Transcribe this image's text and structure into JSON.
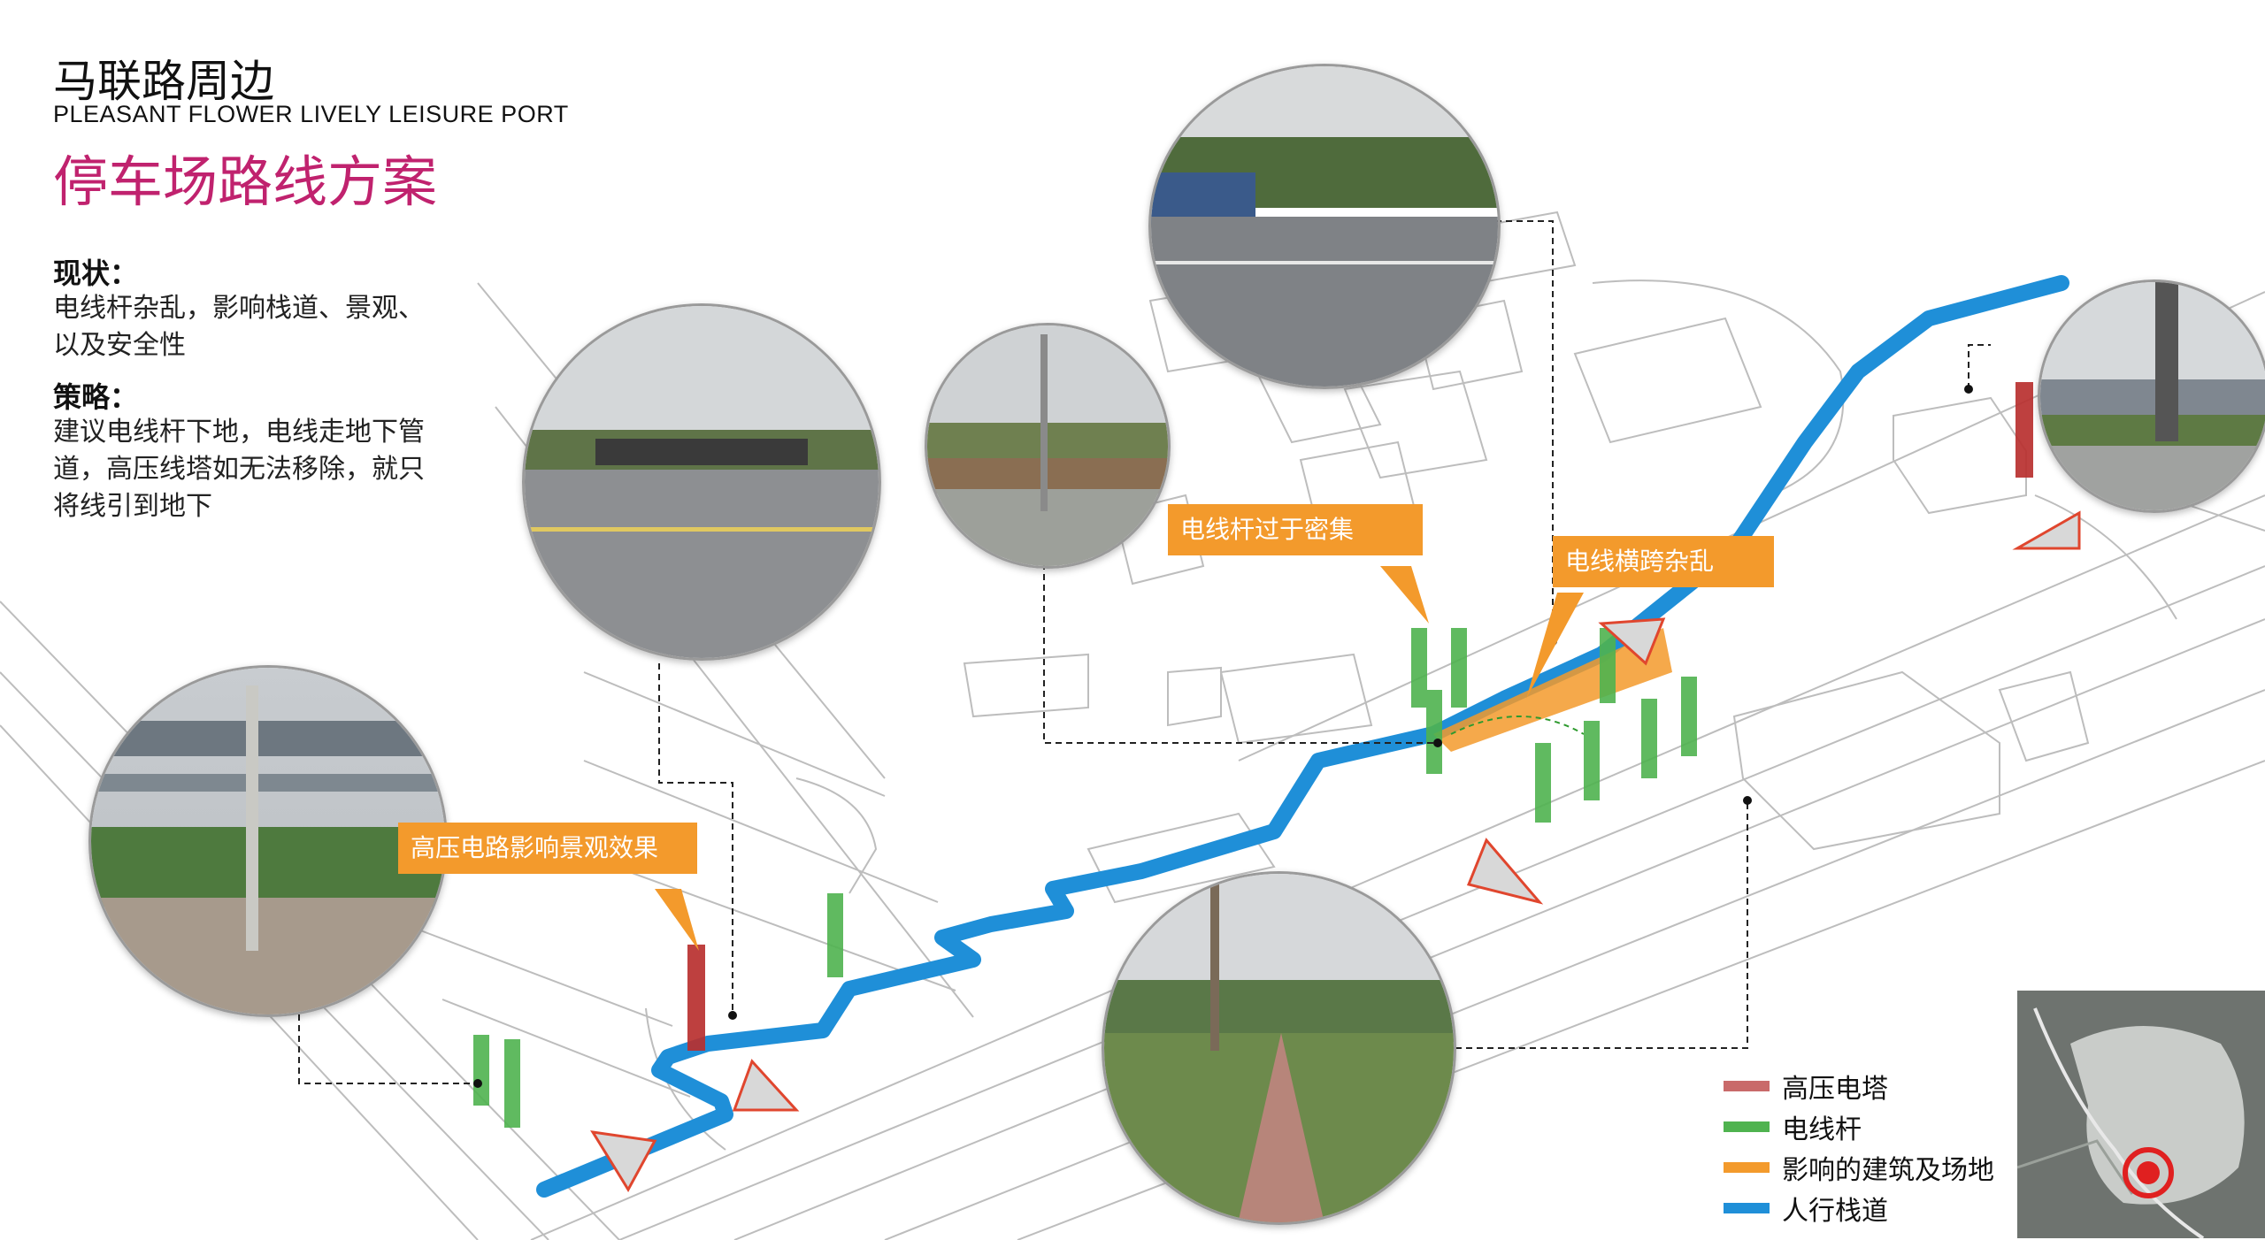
{
  "title": {
    "main": "马联路周边",
    "en": "PLEASANT FLOWER LIVELY LEISURE PORT",
    "sub": "停车场路线方案"
  },
  "text": {
    "status_head": "现状：",
    "status_lines": [
      "电线杆杂乱，影响栈道、景观、",
      "以及安全性"
    ],
    "strategy_head": "策略：",
    "strategy_lines": [
      "建议电线杆下地，电线走地下管",
      "道，高压线塔如无法移除，就只",
      "将线引到地下"
    ]
  },
  "callouts": {
    "dense_poles": "电线杆过于密集",
    "crossing_wires": "电线横跨杂乱",
    "high_voltage": "高压电路影响景观效果"
  },
  "legend": [
    {
      "label": "高压电塔",
      "color": "#c96a6a"
    },
    {
      "label": "电线杆",
      "color": "#4fb34f"
    },
    {
      "label": "影响的建筑及场地",
      "color": "#f39a2c"
    },
    {
      "label": "人行栈道",
      "color": "#1f8fd8"
    }
  ],
  "colors": {
    "accent": "#c0226e",
    "walkway": "#1f8fd8",
    "pole": "#4fb34f",
    "tower": "#b8302f",
    "affected": "#f39a2c"
  }
}
